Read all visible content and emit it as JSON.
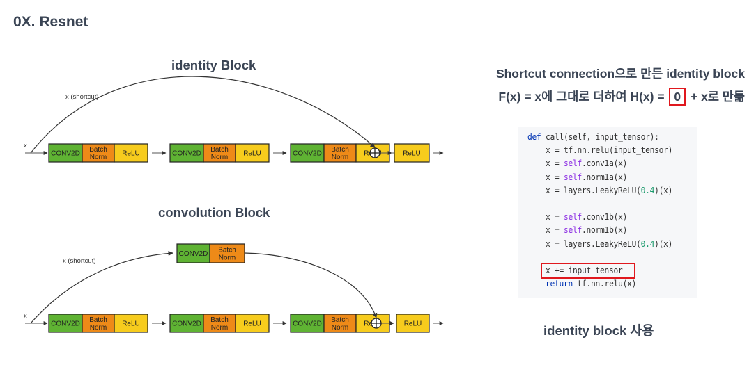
{
  "page_title": "0X. Resnet",
  "identity_block": {
    "title": "identity Block",
    "input_label": "x",
    "shortcut_label": "x (shortcut)",
    "blocks": [
      {
        "label": "CONV2D",
        "type": "conv",
        "color": "#5fb333"
      },
      {
        "label": "Batch\nNorm",
        "type": "bn",
        "color": "#ee8a18"
      },
      {
        "label": "ReLU",
        "type": "relu",
        "color": "#f7cc1d"
      },
      {
        "label": "CONV2D",
        "type": "conv",
        "color": "#5fb333"
      },
      {
        "label": "Batch\nNorm",
        "type": "bn",
        "color": "#ee8a18"
      },
      {
        "label": "ReLU",
        "type": "relu",
        "color": "#f7cc1d"
      },
      {
        "label": "CONV2D",
        "type": "conv",
        "color": "#5fb333"
      },
      {
        "label": "Batch\nNorm",
        "type": "bn",
        "color": "#ee8a18"
      },
      {
        "label": "ReLU",
        "type": "relu",
        "color": "#f7cc1d"
      }
    ],
    "add_symbol": "⊕",
    "final": {
      "label": "ReLU",
      "color": "#f7cc1d"
    }
  },
  "convolution_block": {
    "title": "convolution Block",
    "input_label": "x",
    "shortcut_label": "x (shortcut)",
    "shortcut_blocks": [
      {
        "label": "CONV2D",
        "type": "conv",
        "color": "#5fb333"
      },
      {
        "label": "Batch\nNorm",
        "type": "bn",
        "color": "#ee8a18"
      }
    ],
    "blocks": [
      {
        "label": "CONV2D",
        "type": "conv",
        "color": "#5fb333"
      },
      {
        "label": "Batch\nNorm",
        "type": "bn",
        "color": "#ee8a18"
      },
      {
        "label": "ReLU",
        "type": "relu",
        "color": "#f7cc1d"
      },
      {
        "label": "CONV2D",
        "type": "conv",
        "color": "#5fb333"
      },
      {
        "label": "Batch\nNorm",
        "type": "bn",
        "color": "#ee8a18"
      },
      {
        "label": "ReLU",
        "type": "relu",
        "color": "#f7cc1d"
      },
      {
        "label": "CONV2D",
        "type": "conv",
        "color": "#5fb333"
      },
      {
        "label": "Batch\nNorm",
        "type": "bn",
        "color": "#ee8a18"
      },
      {
        "label": "ReLU",
        "type": "relu",
        "color": "#f7cc1d"
      }
    ],
    "add_symbol": "⊕",
    "final": {
      "label": "ReLU",
      "color": "#f7cc1d"
    }
  },
  "description": {
    "line1": "Shortcut connection으로 만든 identity block",
    "line2_before": "F(x) = x에 그대로 더하여 H(x) = ",
    "line2_highlight": "0",
    "line2_after": " + x로 만듦",
    "highlight_color": "#e0181e"
  },
  "code": {
    "lines": [
      "def call(self, input_tensor):",
      "    x = tf.nn.relu(input_tensor)",
      "    x = self.conv1a(x)",
      "    x = self.norm1a(x)",
      "    x = layers.LeakyReLU(0.4)(x)",
      "",
      "    x = self.conv1b(x)",
      "    x = self.norm1b(x)",
      "    x = layers.LeakyReLU(0.4)(x)",
      "",
      "    x += input_tensor",
      "    return tf.nn.relu(x)"
    ]
  },
  "caption": "identity block 사용"
}
